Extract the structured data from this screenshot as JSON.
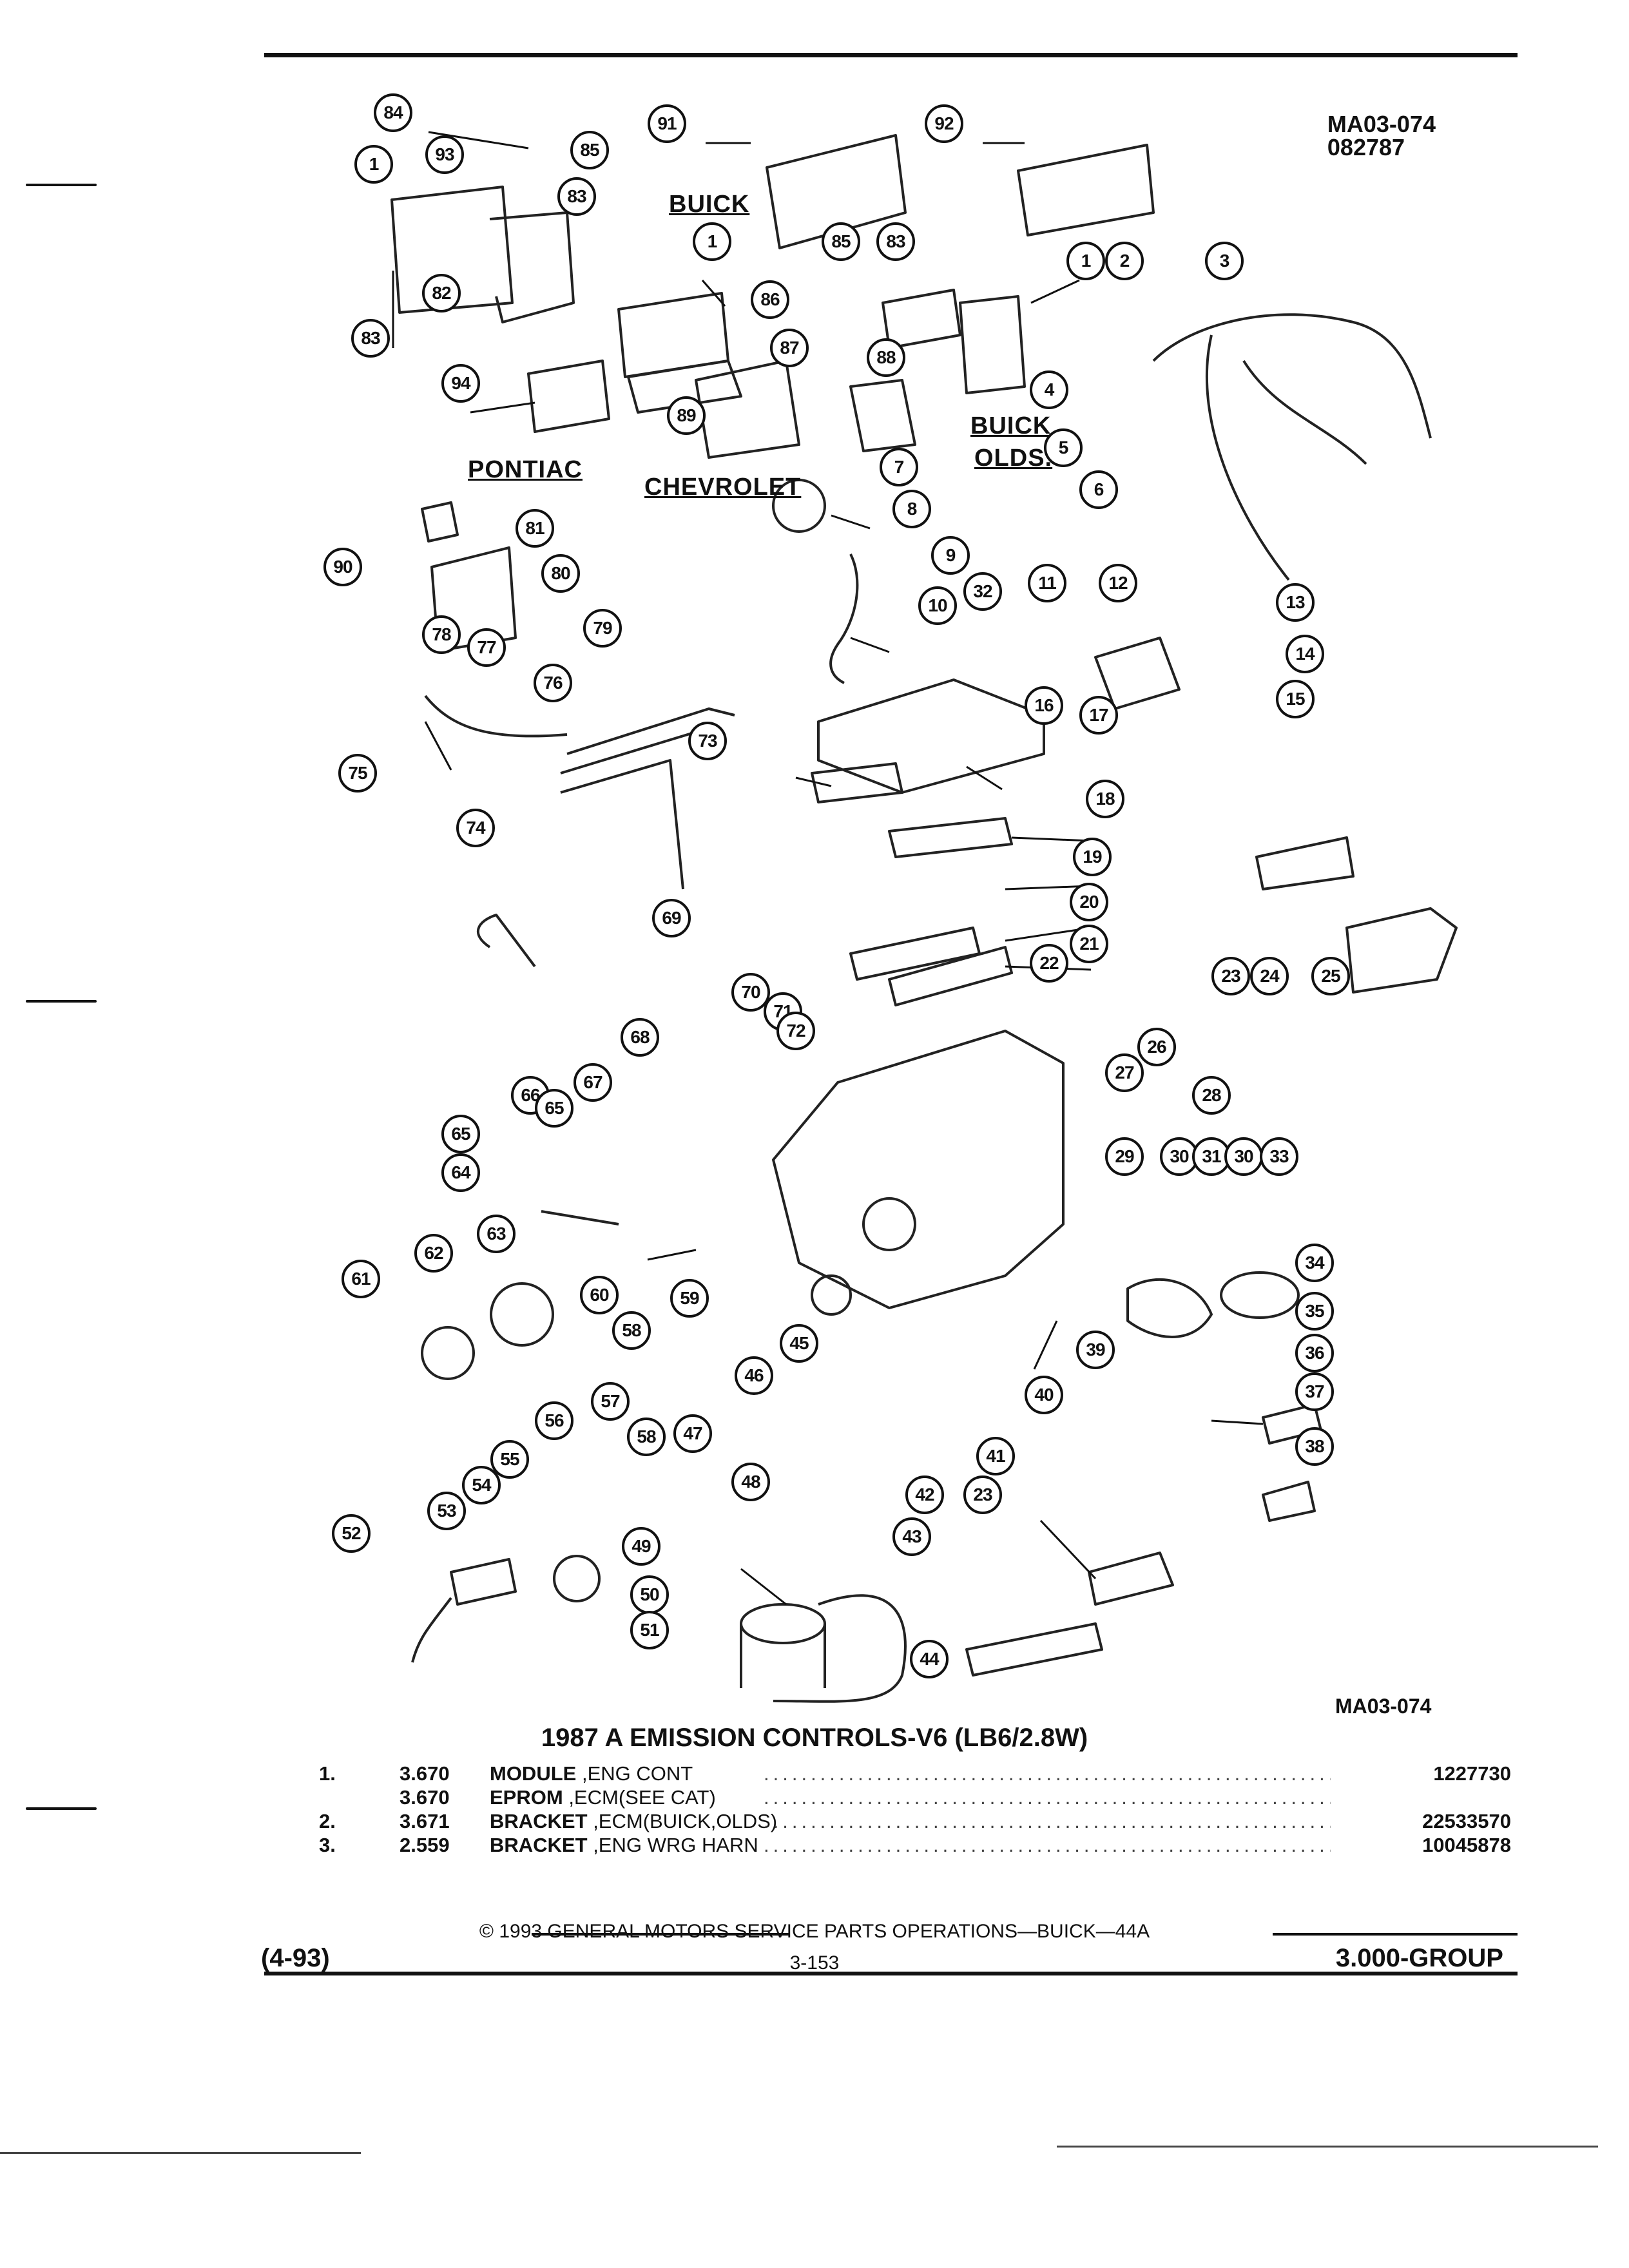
{
  "header": {
    "code": "MA03-074",
    "date_code": "082787"
  },
  "figure": {
    "bottom_code": "MA03-074",
    "group_labels": {
      "buick_top": "BUICK",
      "pontiac": "PONTIAC",
      "chevrolet": "CHEVROLET",
      "buick_olds_1": "BUICK",
      "buick_olds_2": "OLDS."
    },
    "callouts": [
      "84",
      "91",
      "92",
      "1",
      "93",
      "85",
      "83",
      "1",
      "85",
      "83",
      "1",
      "2",
      "3",
      "82",
      "83",
      "86",
      "94",
      "87",
      "88",
      "4",
      "89",
      "5",
      "7",
      "6",
      "8",
      "90",
      "81",
      "80",
      "9",
      "78",
      "79",
      "77",
      "10",
      "32",
      "11",
      "12",
      "13",
      "14",
      "75",
      "76",
      "15",
      "16",
      "17",
      "73",
      "18",
      "74",
      "19",
      "20",
      "69",
      "21",
      "23",
      "24",
      "25",
      "22",
      "70",
      "71",
      "72",
      "26",
      "68",
      "27",
      "67",
      "66",
      "65",
      "65",
      "28",
      "29",
      "30",
      "31",
      "30",
      "33",
      "64",
      "34",
      "63",
      "62",
      "61",
      "60",
      "59",
      "35",
      "36",
      "58",
      "45",
      "37",
      "57",
      "46",
      "39",
      "56",
      "40",
      "58",
      "47",
      "38",
      "55",
      "41",
      "54",
      "48",
      "53",
      "52",
      "42",
      "23",
      "49",
      "43",
      "50",
      "51",
      "44"
    ]
  },
  "table": {
    "title": "1987 A EMISSION CONTROLS-V6 (LB6/2.8W)",
    "rows": [
      {
        "num": "1.",
        "group": "3.670",
        "name": "MODULE",
        "desc": ",ENG CONT",
        "part": "1227730"
      },
      {
        "num": "",
        "group": "3.670",
        "name": "EPROM",
        "desc": ",ECM(SEE CAT)",
        "part": ""
      },
      {
        "num": "2.",
        "group": "3.671",
        "name": "BRACKET",
        "desc": ",ECM(BUICK,OLDS)",
        "part": "22533570"
      },
      {
        "num": "3.",
        "group": "2.559",
        "name": "BRACKET",
        "desc": ",ENG WRG HARN",
        "part": "10045878"
      }
    ]
  },
  "footer": {
    "copyright": "© 1993 GENERAL MOTORS SERVICE PARTS OPERATIONS—BUICK—44A",
    "page": "3-153",
    "date": "(4-93)",
    "group": "3.000-GROUP"
  }
}
